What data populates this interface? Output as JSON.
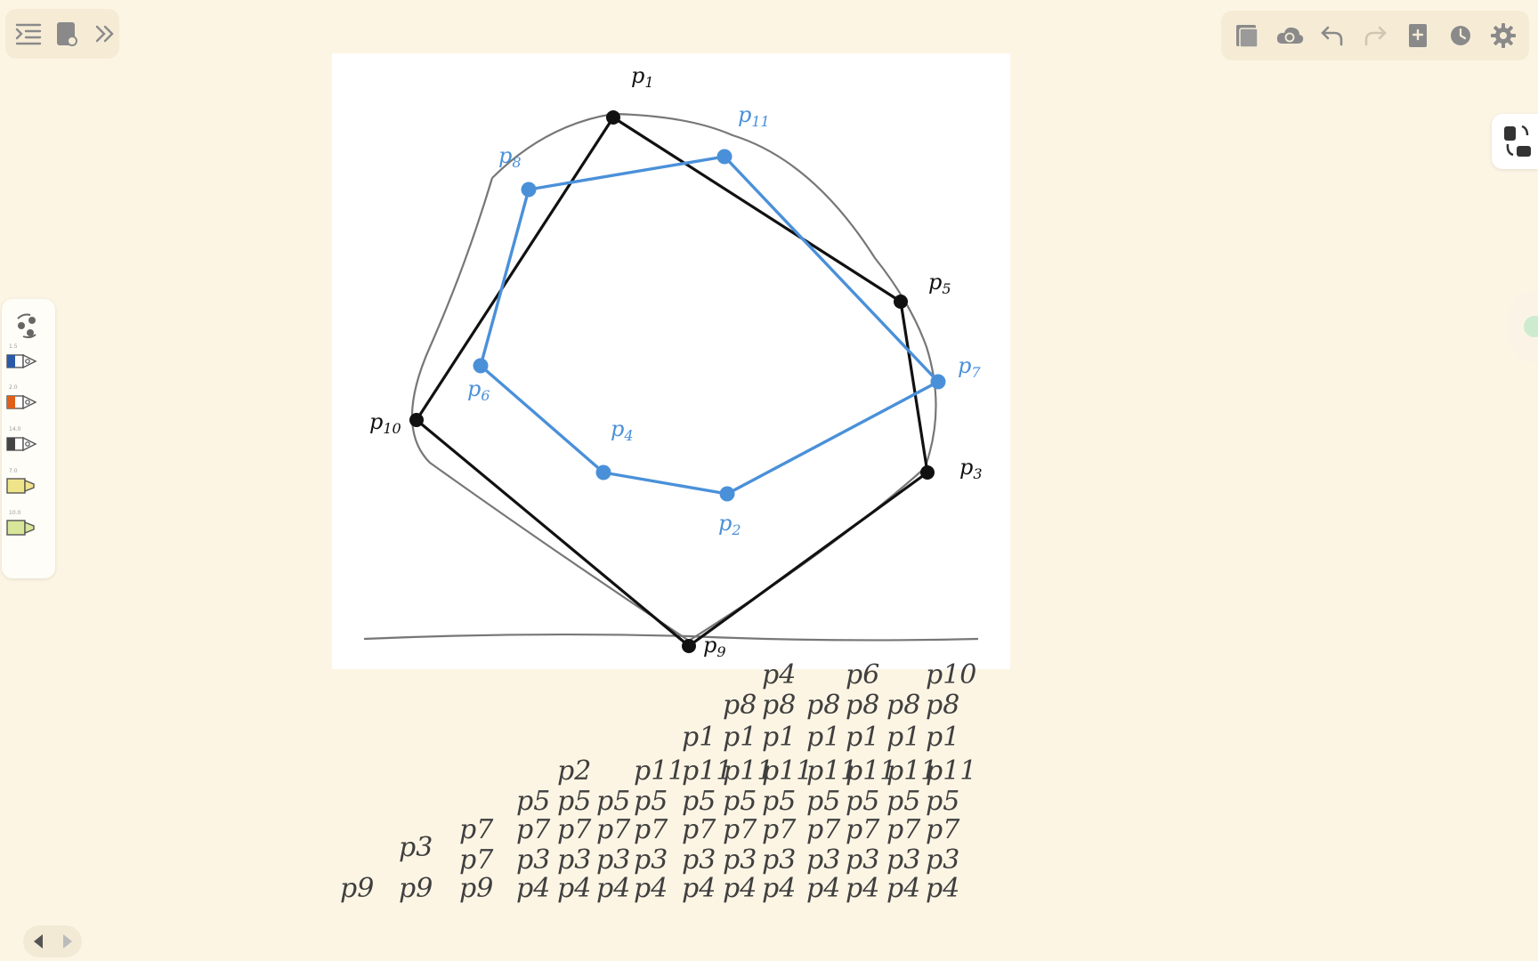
{
  "colors": {
    "background": "#fdf5e4",
    "hull_black": "#111111",
    "polygon_blue": "#4a90d9",
    "pencil_gray": "#777777"
  },
  "toolbar_left": {
    "icons": [
      "outline-icon",
      "notebooks-icon",
      "expand-icon"
    ]
  },
  "toolbar_right": {
    "icons": [
      "pages-icon",
      "cloud-sync-icon",
      "undo-icon",
      "redo-icon",
      "add-page-icon",
      "history-icon",
      "settings-icon"
    ]
  },
  "side_tools": {
    "pen_sizes": [
      "1.5",
      "2.0",
      "14.0",
      "7.0",
      "10.0"
    ],
    "pen_colors": [
      "#2b5aa8",
      "#e0601a",
      "#444444",
      "#f0e48a",
      "#d8e69a"
    ]
  },
  "figure": {
    "points": [
      {
        "id": "p1",
        "label": "p1",
        "color": "black"
      },
      {
        "id": "p2",
        "label": "p2",
        "color": "blue"
      },
      {
        "id": "p3",
        "label": "p3",
        "color": "black"
      },
      {
        "id": "p4",
        "label": "p4",
        "color": "blue"
      },
      {
        "id": "p5",
        "label": "p5",
        "color": "black"
      },
      {
        "id": "p6",
        "label": "p6",
        "color": "blue"
      },
      {
        "id": "p7",
        "label": "p7",
        "color": "blue"
      },
      {
        "id": "p8",
        "label": "p8",
        "color": "blue"
      },
      {
        "id": "p9",
        "label": "p9",
        "color": "black"
      },
      {
        "id": "p10",
        "label": "p10",
        "color": "black"
      },
      {
        "id": "p11",
        "label": "p11",
        "color": "blue"
      }
    ],
    "hull_order": [
      "p1",
      "p5",
      "p3",
      "p9",
      "p10"
    ],
    "blue_polygon_order": [
      "p8",
      "p11",
      "p7",
      "p2",
      "p4",
      "p6"
    ]
  },
  "handwritten_stack": {
    "columns": [
      [
        "p9"
      ],
      [
        "p9",
        "p3"
      ],
      [
        "p9",
        "p7",
        "p7"
      ],
      [
        "p4",
        "p3",
        "p7",
        "p5"
      ],
      [
        "p4",
        "p3",
        "p7",
        "p5",
        "p2"
      ],
      [
        "p4",
        "p3",
        "p7",
        "p5"
      ],
      [
        "p4",
        "p3",
        "p7",
        "p5",
        "p11"
      ],
      [
        "p4",
        "p3",
        "p7",
        "p5",
        "p11",
        "p1"
      ],
      [
        "p4",
        "p3",
        "p7",
        "p5",
        "p11",
        "p1",
        "p8"
      ],
      [
        "p4",
        "p3",
        "p7",
        "p5",
        "p11",
        "p1",
        "p8",
        "p4"
      ],
      [
        "p4",
        "p3",
        "p7",
        "p5",
        "p11",
        "p1",
        "p8"
      ],
      [
        "p4",
        "p3",
        "p7",
        "p5",
        "p11",
        "p1",
        "p8",
        "p6"
      ],
      [
        "p4",
        "p3",
        "p7",
        "p5",
        "p11",
        "p1",
        "p8"
      ],
      [
        "p4",
        "p3",
        "p7",
        "p5",
        "p11",
        "p1",
        "p8",
        "p10"
      ]
    ]
  },
  "page_nav": {
    "prev_icon": "chevron-left-icon",
    "next_icon": "chevron-right-icon"
  }
}
